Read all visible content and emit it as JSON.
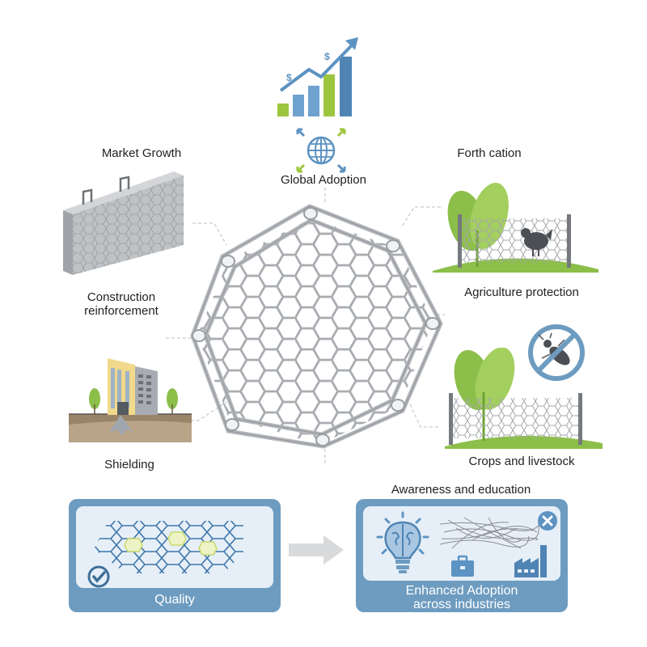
{
  "diagram": {
    "center": {
      "name": "Hexagonal wire mesh (octagonal frame)"
    },
    "top": {
      "icon": "growth-chart-icon",
      "secondary_icon": "globe-arrows-icon",
      "label": "Global Adoption"
    },
    "nodes": [
      {
        "id": "market-growth",
        "title": "Market Growth",
        "icon": "reinforced-concrete-block-icon",
        "caption": "Construction\nreinforcement"
      },
      {
        "id": "fortification",
        "title": "Forth cation",
        "icon": "chicken-fence-icon",
        "caption": "Agriculture protection"
      },
      {
        "id": "shielding",
        "title": "",
        "icon": "building-foundation-icon",
        "caption": "Shielding"
      },
      {
        "id": "crops",
        "title": "",
        "icon": "no-pest-fence-icon",
        "caption": "Crops and livestock"
      }
    ],
    "bottom": {
      "left_panel": {
        "caption": "Quality",
        "icon": "check-circle-icon"
      },
      "arrow": "right-arrow-icon",
      "right_panel": {
        "heading": "Awareness and education",
        "caption_line1": "Enhanced Adoption",
        "caption_line2": "across industries",
        "icons": [
          "brain-lightbulb-icon",
          "fibers-icon",
          "briefcase-icon",
          "factory-icon",
          "close-circle-icon"
        ]
      }
    },
    "colors": {
      "panel_blue": "#6e9cc0",
      "panel_inner": "#e6eff7",
      "mesh_gray": "#a9acb0",
      "leaf_green": "#8cbf4a",
      "chart_blue": "#5d93c2",
      "chart_green": "#9cc63e"
    }
  },
  "labels": {
    "market_growth": "Market Growth",
    "construction_line1": "Construction",
    "construction_line2": "reinforcement",
    "fortification": "Forth cation",
    "agriculture": "Agriculture protection",
    "global_adoption": "Global Adoption",
    "shielding": "Shielding",
    "crops": "Crops and livestock",
    "awareness": "Awareness and education",
    "quality": "Quality",
    "enhanced_1": "Enhanced Adoption",
    "enhanced_2": "across industries"
  }
}
